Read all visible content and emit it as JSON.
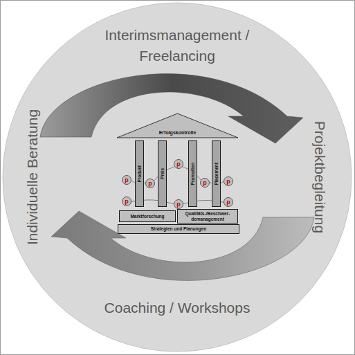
{
  "diagram": {
    "nodes": [
      {
        "text": [
          "Erfolgskontrolle"
        ]
      },
      {
        "text": [
          "Produkt"
        ]
      },
      {
        "text": [
          "Preis"
        ]
      },
      {
        "text": [
          "Promotion"
        ]
      },
      {
        "text": [
          "Placement"
        ]
      },
      {
        "text": [
          "p"
        ]
      },
      {
        "text": [
          "p"
        ]
      },
      {
        "text": [
          "p"
        ]
      },
      {
        "text": [
          "p"
        ]
      },
      {
        "text": [
          "p"
        ]
      },
      {
        "text": [
          "p"
        ]
      },
      {
        "text": [
          "p"
        ]
      },
      {
        "text": [
          "p"
        ]
      },
      {
        "text": [
          "Marktforschung"
        ]
      },
      {
        "text": [
          "Qualitäts-/Beschwer- demanagement"
        ]
      },
      {
        "text": [
          "Strategien und Planungen"
        ]
      }
    ],
    "edges": [
      {
        "from": 5,
        "to": 6,
        "arrow": "none"
      },
      {
        "from": 6,
        "to": 7,
        "arrow": "none"
      },
      {
        "from": 7,
        "to": 8,
        "arrow": "none"
      },
      {
        "from": 8,
        "to": 9,
        "arrow": "none"
      },
      {
        "from": 10,
        "to": 11,
        "arrow": "none"
      },
      {
        "from": 11,
        "to": 12,
        "arrow": "none"
      }
    ],
    "labels": [
      "Interimsmanagement / Freelancing",
      "Projektbegleitung",
      "Coaching / Workshops",
      "Individuelle Beratung"
    ]
  }
}
